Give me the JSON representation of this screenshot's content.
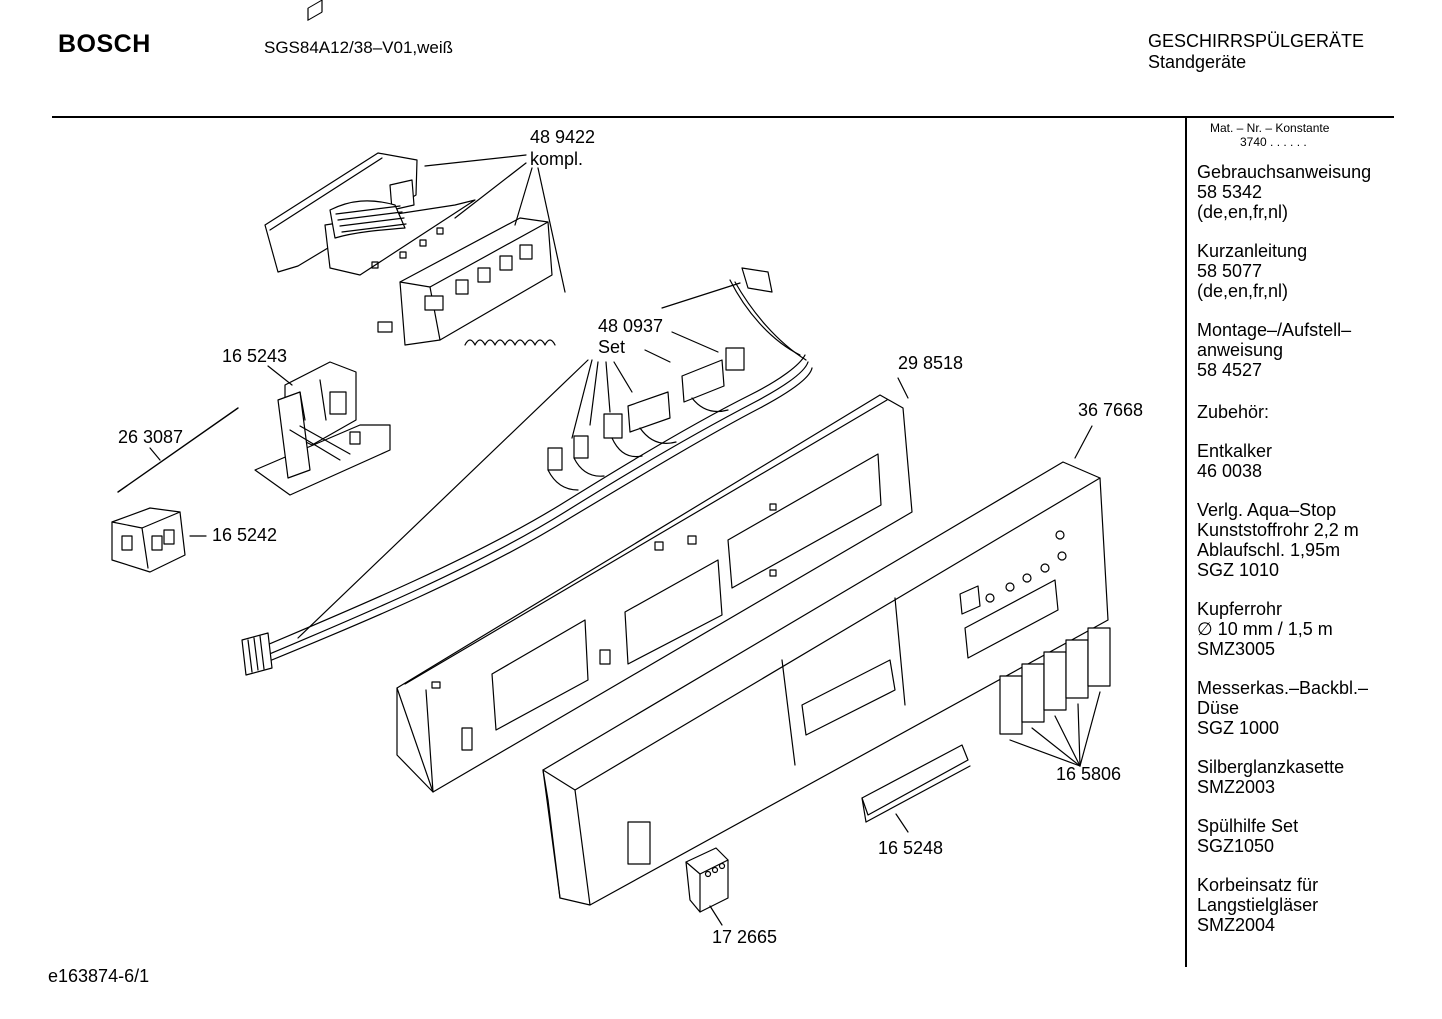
{
  "header": {
    "brand": "BOSCH",
    "model": "SGS84A12/38–V01,weiß",
    "category": "GESCHIRRSPÜLGERÄTE",
    "subcategory": "Standgeräte"
  },
  "sidebar": {
    "mat_nr_label": "Mat. – Nr. – Konstante",
    "mat_nr_value": "3740 . . . . . .",
    "blocks": [
      {
        "lines": [
          "Gebrauchsanweisung",
          "58 5342",
          "(de,en,fr,nl)"
        ]
      },
      {
        "lines": [
          "Kurzanleitung",
          "58 5077",
          "(de,en,fr,nl)"
        ]
      },
      {
        "lines": [
          "Montage–/Aufstell–",
          "anweisung",
          "58 4527"
        ]
      },
      {
        "lines": [
          "Zubehör:"
        ]
      },
      {
        "lines": [
          "Entkalker",
          "46 0038"
        ]
      },
      {
        "lines": [
          "Verlg. Aqua–Stop",
          "Kunststoffrohr 2,2 m",
          "Ablaufschl. 1,95m",
          "SGZ 1010"
        ]
      },
      {
        "lines": [
          "Kupferrohr",
          "∅ 10 mm / 1,5 m",
          "SMZ3005"
        ]
      },
      {
        "lines": [
          "Messerkas.–Backbl.–",
          "Düse",
          "SGZ 1000"
        ]
      },
      {
        "lines": [
          "Silberglanzkasette",
          "SMZ2003"
        ]
      },
      {
        "lines": [
          "Spülhilfe Set",
          "SGZ1050"
        ]
      },
      {
        "lines": [
          "Korbeinsatz für",
          "Langstielgläser",
          "SMZ2004"
        ]
      }
    ]
  },
  "parts": {
    "p489422": "48 9422",
    "p489422_sub": "kompl.",
    "p480937": "48 0937",
    "p480937_sub": "Set",
    "p165243": "16 5243",
    "p263087": "26 3087",
    "p165242": "16 5242",
    "p298518": "29 8518",
    "p367668": "36 7668",
    "p165806": "16 5806",
    "p165248": "16 5248",
    "p172665": "17 2665"
  },
  "footer": {
    "code": "e163874-6/1"
  }
}
